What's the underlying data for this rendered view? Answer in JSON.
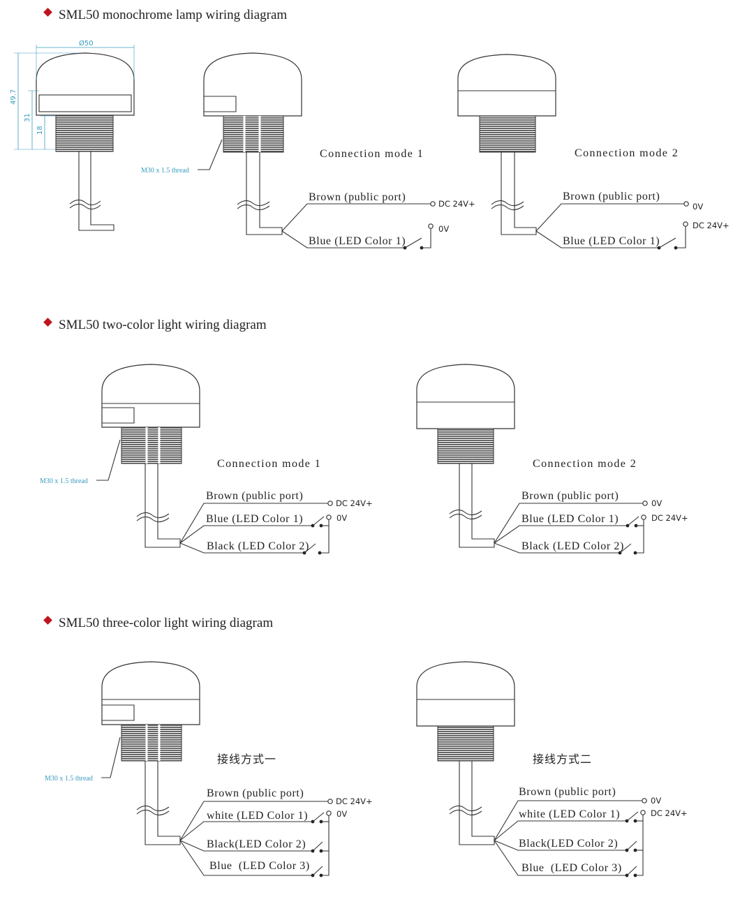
{
  "colors": {
    "accent": "#c0141e",
    "dimension": "#3a9bbf",
    "stroke": "#333333",
    "thread": "#555555"
  },
  "sections": [
    {
      "title": "SML50 monochrome lamp wiring diagram"
    },
    {
      "title": "SML50 two-color light wiring diagram"
    },
    {
      "title": "SML50 three-color light wiring diagram"
    }
  ],
  "dimensions": {
    "diameter": "Ø50",
    "height_total": "49.7",
    "height_mid": "31",
    "height_thread": "18"
  },
  "thread_label": "M30 x 1.5 thread",
  "mono": {
    "mode1": {
      "title": "Connection mode 1",
      "wire1": "Brown (public port)",
      "wire2": "Blue (LED Color 1)",
      "term1": "DC 24V+",
      "term2": "0V"
    },
    "mode2": {
      "title": "Connection mode 2",
      "wire1": "Brown (public port)",
      "wire2": "Blue (LED Color 1)",
      "term1": "0V",
      "term2": "DC 24V+"
    }
  },
  "two": {
    "mode1": {
      "title": "Connection mode 1",
      "wire1": "Brown (public port)",
      "wire2": "Blue (LED Color 1)",
      "wire3": "Black (LED Color 2)",
      "term1": "DC 24V+",
      "term2": "0V"
    },
    "mode2": {
      "title": "Connection mode 2",
      "wire1": "Brown (public port)",
      "wire2": "Blue (LED Color 1)",
      "wire3": "Black (LED Color 2)",
      "term1": "0V",
      "term2": "DC 24V+"
    }
  },
  "three": {
    "mode1": {
      "title": "接线方式一",
      "wire1": "Brown (public port)",
      "wire2": "white (LED Color 1)",
      "wire3": "Black(LED Color 2)",
      "wire4": "Blue  (LED Color 3)",
      "term1": "DC 24V+",
      "term2": "0V"
    },
    "mode2": {
      "title": "接线方式二",
      "wire1": "Brown (public port)",
      "wire2": "white (LED Color 1)",
      "wire3": "Black(LED Color 2)",
      "wire4": "Blue  (LED Color 3)",
      "term1": "0V",
      "term2": "DC 24V+"
    }
  }
}
